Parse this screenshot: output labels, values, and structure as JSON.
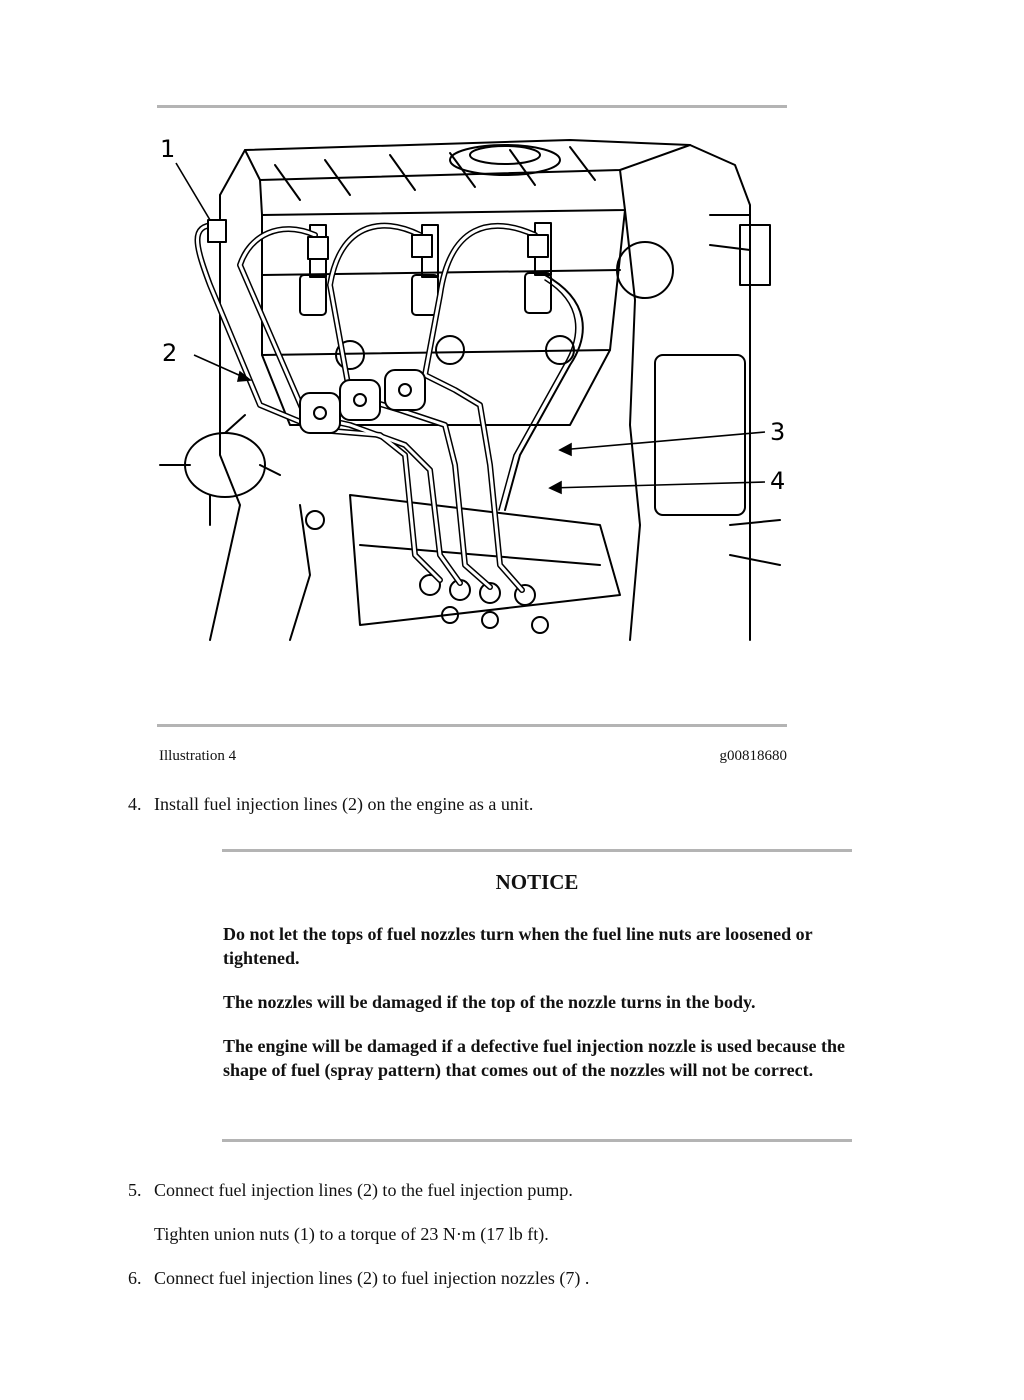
{
  "figure": {
    "callouts": [
      "1",
      "2",
      "3",
      "4"
    ],
    "caption_left": "Illustration 4",
    "caption_right": "g00818680"
  },
  "steps": [
    {
      "number": "4.",
      "text": "Install fuel injection lines (2) on the engine as a unit."
    },
    {
      "number": "5.",
      "text": "Connect fuel injection lines (2) to the fuel injection pump."
    },
    {
      "number": "6.",
      "text": "Connect fuel injection lines (2) to fuel injection nozzles (7) ."
    }
  ],
  "step5_detail": "Tighten union nuts (1) to a torque of 23 N·m (17 lb ft).",
  "notice": {
    "title": "NOTICE",
    "paragraphs": [
      "Do not let the tops of fuel nozzles turn when the fuel line nuts are loosened or tightened.",
      "The nozzles will be damaged if the top of the nozzle turns in the body.",
      "The engine will be damaged if a defective fuel injection nozzle is used because the shape of fuel (spray pattern) that comes out of the nozzles will not be correct."
    ]
  }
}
